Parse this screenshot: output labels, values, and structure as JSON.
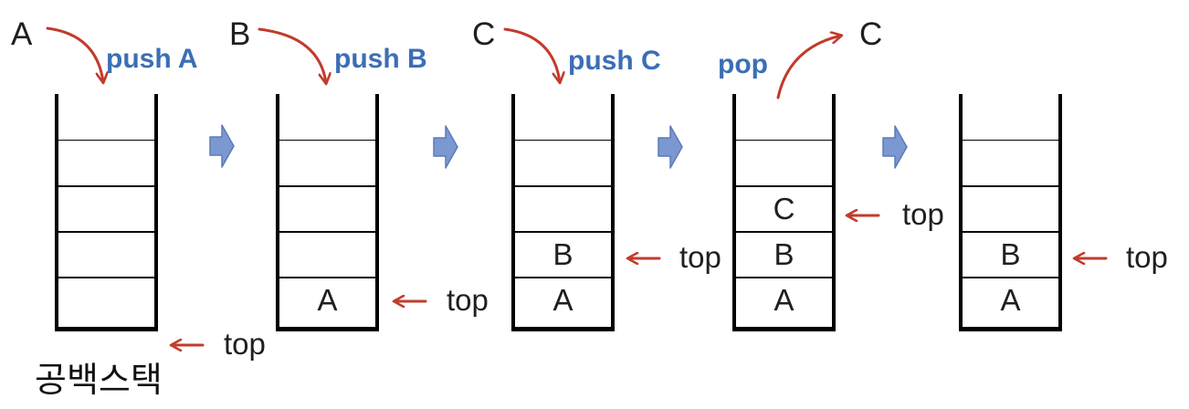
{
  "caption": "공백스택",
  "colors": {
    "red_arrow": "#c23b2c",
    "operation_text": "#3c6eb5",
    "flow_arrow_fill": "#7b98d0",
    "flow_arrow_border": "#5c7ab8",
    "stack_outline": "#000000",
    "text": "#1f1f1f"
  },
  "stages": [
    {
      "name": "empty-stack",
      "operation": "push A",
      "item_label": "A",
      "cells": [
        "",
        "",
        "",
        "",
        ""
      ],
      "top_label": "top",
      "top_position": "base"
    },
    {
      "name": "after-push-a",
      "operation": "push B",
      "item_label": "B",
      "cells": [
        "A",
        "",
        "",
        "",
        ""
      ],
      "top_label": "top",
      "top_position": "cell-0"
    },
    {
      "name": "after-push-b",
      "operation": "push C",
      "item_label": "C",
      "cells": [
        "A",
        "B",
        "",
        "",
        ""
      ],
      "top_label": "top",
      "top_position": "cell-1"
    },
    {
      "name": "after-push-c",
      "operation": "pop",
      "item_label": "C",
      "cells": [
        "A",
        "B",
        "C",
        "",
        ""
      ],
      "top_label": "top",
      "top_position": "cell-2"
    },
    {
      "name": "after-pop",
      "cells": [
        "A",
        "B",
        "",
        "",
        ""
      ],
      "top_label": "top",
      "top_position": "cell-1"
    }
  ]
}
